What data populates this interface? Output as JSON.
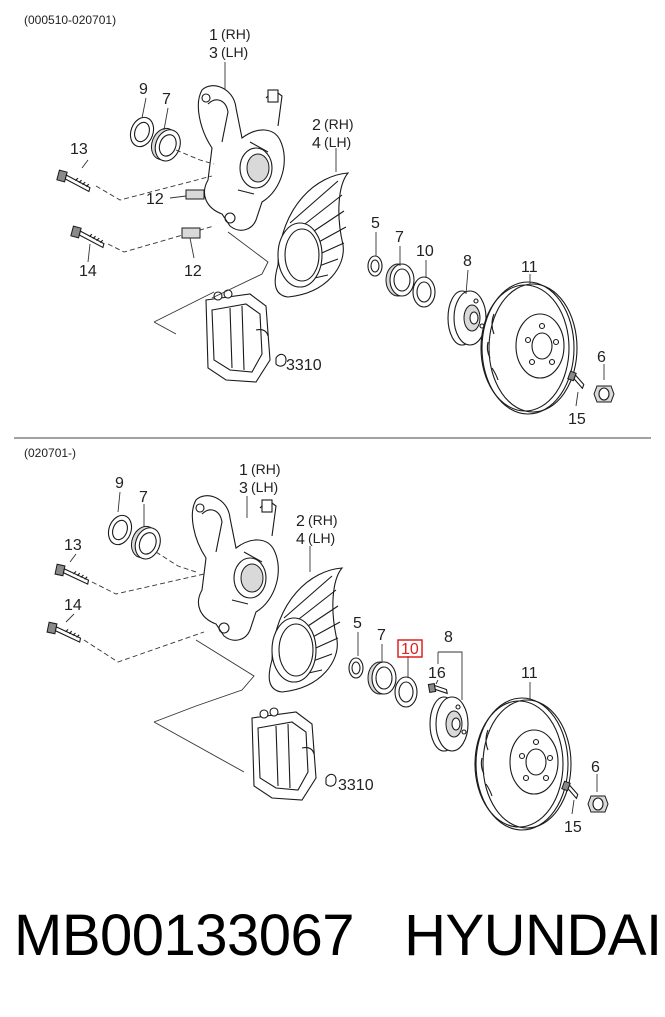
{
  "panels": [
    {
      "header": "(000510-020701)",
      "labels": {
        "p1": "1",
        "rh1": "(RH)",
        "p3": "3",
        "lh3": "(LH)",
        "p2": "2",
        "rh2": "(RH)",
        "p4": "4",
        "lh4": "(LH)",
        "p9": "9",
        "p7a": "7",
        "p13": "13",
        "p12a": "12",
        "p14": "14",
        "p12b": "12",
        "p5": "5",
        "p7b": "7",
        "p10": "10",
        "p8": "8",
        "p11": "11",
        "p6": "6",
        "p15": "15",
        "caliper": "3310"
      }
    },
    {
      "header": "(020701-)",
      "labels": {
        "p1": "1",
        "rh1": "(RH)",
        "p3": "3",
        "lh3": "(LH)",
        "p2": "2",
        "rh2": "(RH)",
        "p4": "4",
        "lh4": "(LH)",
        "p9": "9",
        "p7a": "7",
        "p13": "13",
        "p14": "14",
        "p5": "5",
        "p7b": "7",
        "p10": "10",
        "p16": "16",
        "p8": "8",
        "p11": "11",
        "p6": "6",
        "p15": "15",
        "caliper": "3310"
      },
      "highlighted_part": "10",
      "highlight_color": "#e02020"
    }
  ],
  "footer": {
    "part_number": "MB00133067",
    "brand": "HYUNDAI"
  }
}
